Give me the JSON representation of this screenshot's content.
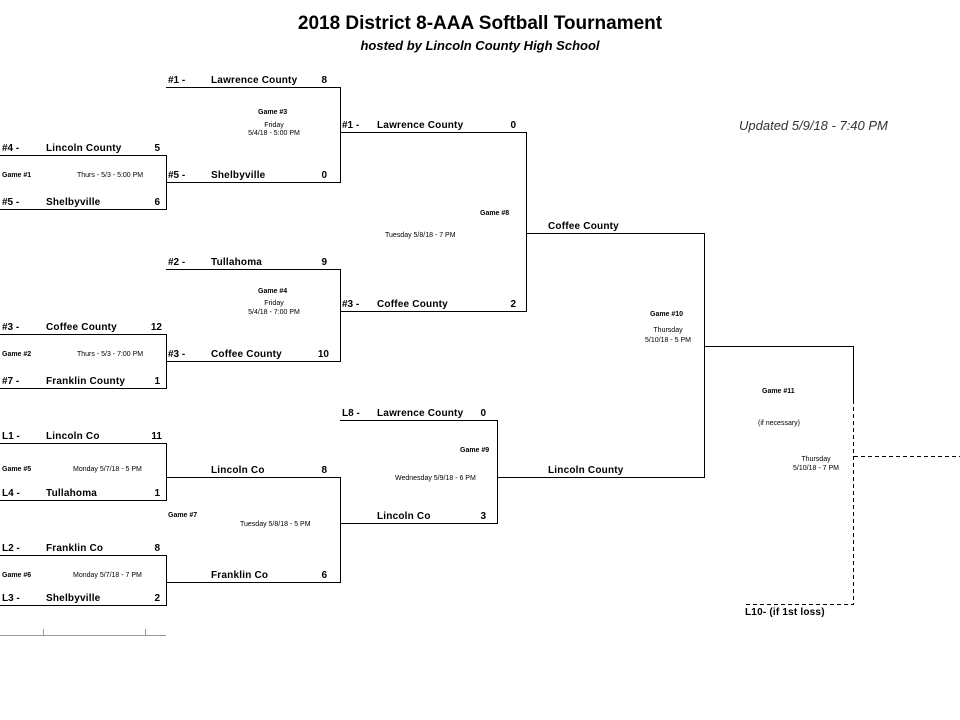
{
  "header": {
    "title": "2018 District 8-AAA Softball Tournament",
    "subtitle": "hosted by Lincoln County High School",
    "updated": "Updated 5/9/18 - 7:40 PM"
  },
  "round1": {
    "game1": {
      "label": "Game #1",
      "sched": "Thurs - 5/3 - 5:00 PM",
      "top": {
        "seed": "#4 -",
        "team": "Lincoln County",
        "score": "5"
      },
      "bottom": {
        "seed": "#5 -",
        "team": "Shelbyville",
        "score": "6"
      }
    },
    "game2": {
      "label": "Game #2",
      "sched": "Thurs - 5/3 - 7:00 PM",
      "top": {
        "seed": "#3 -",
        "team": "Coffee County",
        "score": "12"
      },
      "bottom": {
        "seed": "#7 -",
        "team": "Franklin County",
        "score": "1"
      }
    },
    "game5": {
      "label": "Game #5",
      "sched": "Monday 5/7/18 - 5 PM",
      "top": {
        "seed": "L1 -",
        "team": "Lincoln Co",
        "score": "11"
      },
      "bottom": {
        "seed": "L4 -",
        "team": "Tullahoma",
        "score": "1"
      }
    },
    "game6": {
      "label": "Game #6",
      "sched": "Monday 5/7/18 - 7 PM",
      "top": {
        "seed": "L2 -",
        "team": "Franklin Co",
        "score": "8"
      },
      "bottom": {
        "seed": "L3 -",
        "team": "Shelbyville",
        "score": "2"
      }
    }
  },
  "round2": {
    "game3": {
      "label": "Game #3",
      "day": "Friday",
      "sched": "5/4/18 - 5:00 PM",
      "top": {
        "seed": "#1 -",
        "team": "Lawrence County",
        "score": "8"
      },
      "bottom": {
        "seed": "#5 -",
        "team": "Shelbyville",
        "score": "0"
      }
    },
    "game4": {
      "label": "Game #4",
      "day": "Friday",
      "sched": "5/4/18 - 7:00 PM",
      "top": {
        "seed": "#2 -",
        "team": "Tullahoma",
        "score": "9"
      },
      "bottom": {
        "seed": "#3 -",
        "team": "Coffee County",
        "score": "10"
      }
    },
    "game7": {
      "label": "Game #7",
      "sched": "Tuesday 5/8/18 - 5 PM",
      "top": {
        "team": "Lincoln Co",
        "score": "8"
      },
      "bottom": {
        "team": "Franklin Co",
        "score": "6"
      }
    }
  },
  "round3": {
    "game8": {
      "label": "Game #8",
      "sched": "Tuesday 5/8/18 - 7 PM",
      "top": {
        "seed": "#1 -",
        "team": "Lawrence County",
        "score": "0"
      },
      "bottom": {
        "seed": "#3 -",
        "team": "Coffee County",
        "score": "2"
      }
    },
    "game9": {
      "label": "Game #9",
      "sched": "Wednesday 5/9/18 - 6 PM",
      "top": {
        "seed": "L8 -",
        "team": "Lawrence County",
        "score": "0"
      },
      "bottom": {
        "team": "Lincoln Co",
        "score": "3"
      }
    }
  },
  "round4": {
    "game10": {
      "label": "Game #10",
      "day": "Thursday",
      "sched": "5/10/18 - 5 PM",
      "top": {
        "team": "Coffee County"
      },
      "bottom": {
        "team": "Lincoln County"
      }
    }
  },
  "round5": {
    "game11": {
      "label": "Game #11",
      "note": "(if necessary)",
      "day": "Thursday",
      "sched": "5/10/18 - 7 PM",
      "bottom_label": "L10- (if 1st loss)"
    }
  }
}
